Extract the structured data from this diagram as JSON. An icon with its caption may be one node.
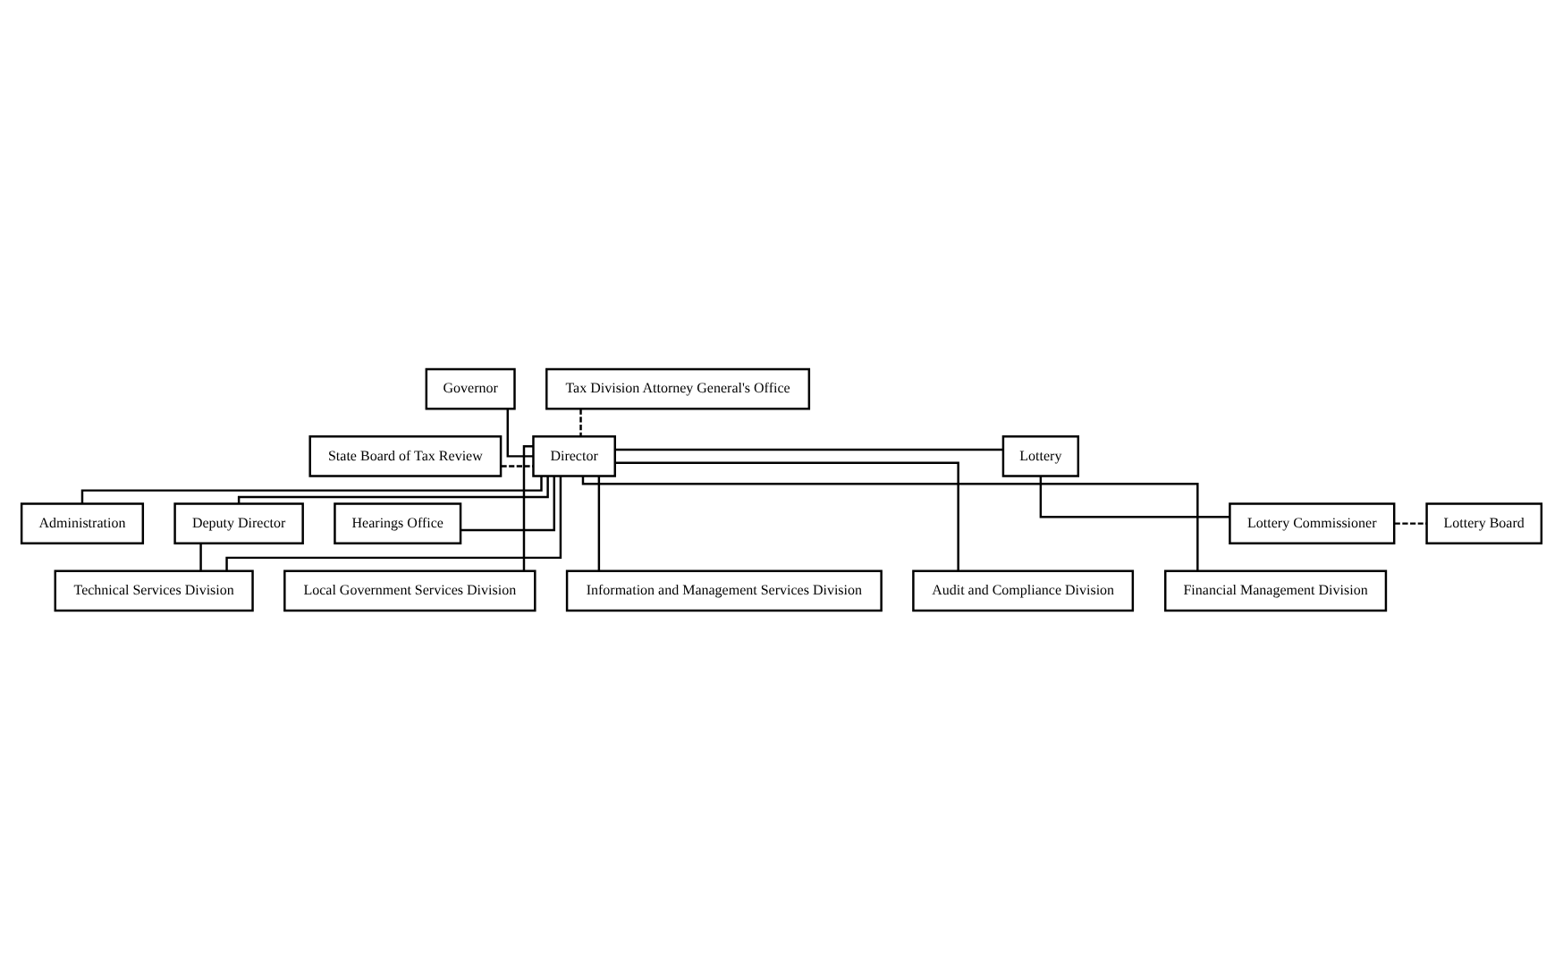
{
  "diagram": {
    "nodes": [
      {
        "text": [
          "Governor"
        ]
      },
      {
        "text": [
          "State Board of Tax Review"
        ]
      },
      {
        "text": [
          "Director"
        ]
      },
      {
        "text": [
          "Lottery"
        ]
      },
      {
        "text": [
          "Lottery Commissioner"
        ]
      },
      {
        "text": [
          "Lottery Board"
        ]
      },
      {
        "text": [
          "Tax Division Attorney General's Office"
        ]
      },
      {
        "text": [
          "Administration"
        ]
      },
      {
        "text": [
          "Deputy Director"
        ]
      },
      {
        "text": [
          "Hearings Office"
        ]
      },
      {
        "text": [
          "Local Government Services Division"
        ]
      },
      {
        "text": [
          "Information and Management Services Division"
        ]
      },
      {
        "text": [
          "Audit and Compliance Division"
        ]
      },
      {
        "text": [
          "Technical Services Division"
        ]
      },
      {
        "text": [
          "Financial Management Division"
        ]
      }
    ],
    "edges": [
      {
        "from": 0,
        "to": 2,
        "arrow": "none"
      },
      {
        "from": 1,
        "to": 2,
        "arrow": "none",
        "style": "dashed"
      },
      {
        "from": 2,
        "to": 3,
        "arrow": "none"
      },
      {
        "from": 3,
        "to": 4,
        "arrow": "none"
      },
      {
        "from": 4,
        "to": 5,
        "arrow": "none",
        "style": "dashed"
      },
      {
        "from": 6,
        "to": 2,
        "arrow": "none",
        "style": "dashed"
      },
      {
        "from": 2,
        "to": 7,
        "arrow": "none"
      },
      {
        "from": 2,
        "to": 8,
        "arrow": "none"
      },
      {
        "from": 2,
        "to": 9,
        "arrow": "none"
      },
      {
        "from": 2,
        "to": 10,
        "arrow": "none"
      },
      {
        "from": 2,
        "to": 11,
        "arrow": "none"
      },
      {
        "from": 2,
        "to": 12,
        "arrow": "none"
      },
      {
        "from": 2,
        "to": 13,
        "arrow": "none"
      },
      {
        "from": 2,
        "to": 14,
        "arrow": "none"
      },
      {
        "from": 8,
        "to": 13,
        "arrow": "none"
      }
    ]
  }
}
